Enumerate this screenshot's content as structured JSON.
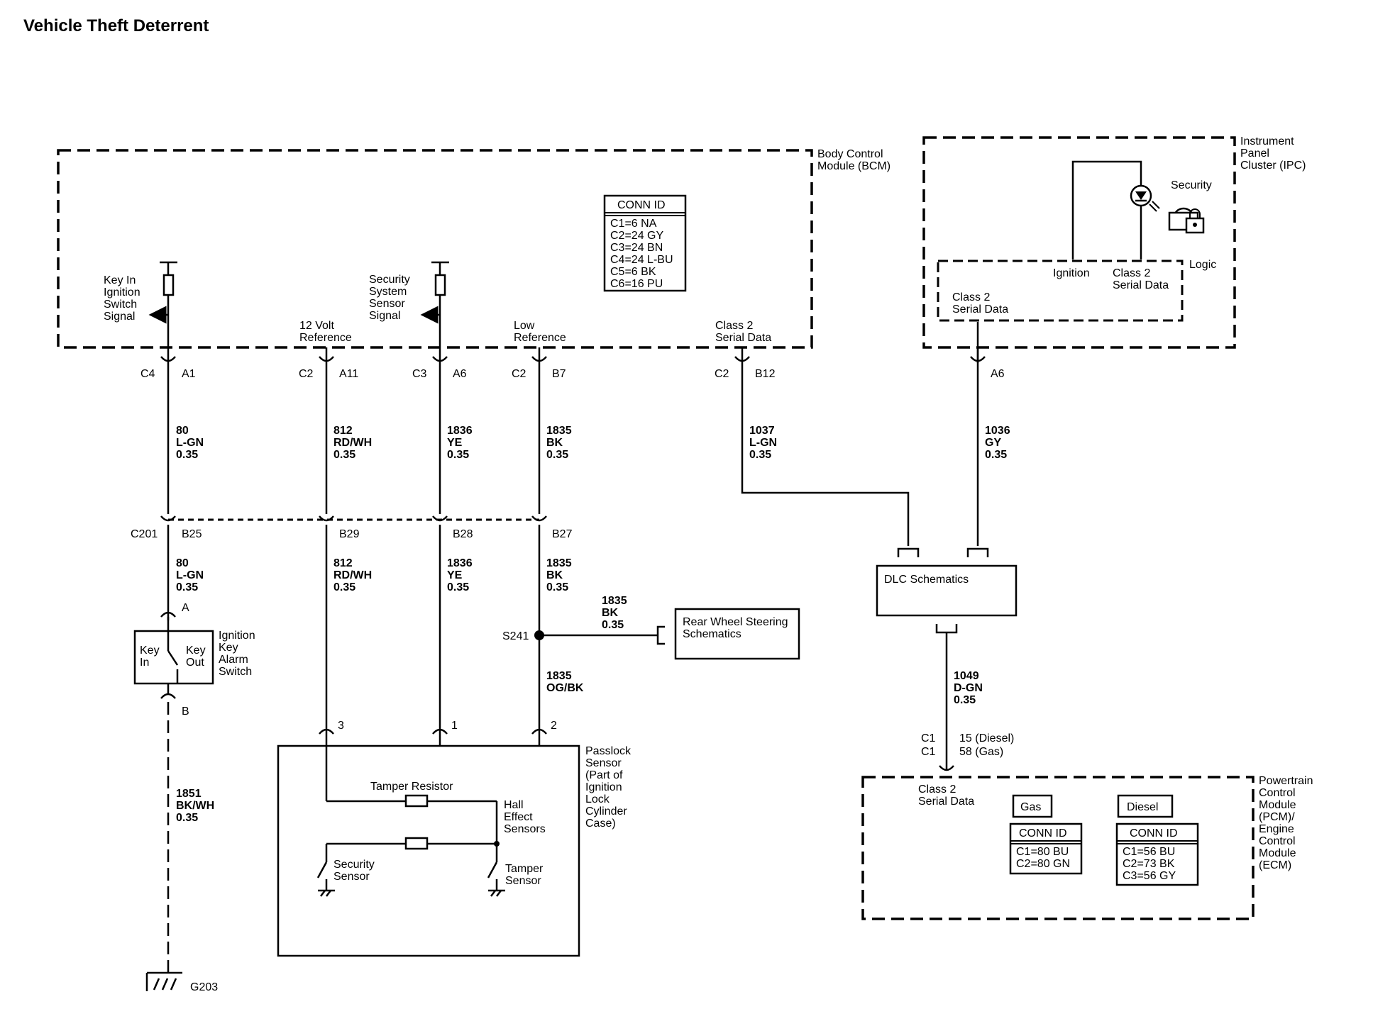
{
  "title": "Vehicle Theft Deterrent",
  "modules": {
    "bcm": {
      "name": [
        "Body Control",
        "Module (BCM)"
      ]
    },
    "ipc": {
      "name": [
        "Instrument",
        "Panel",
        "Cluster (IPC)"
      ],
      "security": "Security",
      "logic": "Logic",
      "ignition": "Ignition",
      "class2_in": [
        "Class 2",
        "Serial Data"
      ],
      "class2_out": [
        "Class 2",
        "Serial Data"
      ]
    },
    "pcm": {
      "name": [
        "Powertrain",
        "Control",
        "Module",
        "(PCM)/",
        "Engine",
        "Control",
        "Module",
        "(ECM)"
      ],
      "class2": [
        "Class 2",
        "Serial Data"
      ],
      "gas": "Gas",
      "diesel": "Diesel"
    },
    "passlock": {
      "name": [
        "Passlock",
        "Sensor",
        "(Part of",
        "Ignition",
        "Lock",
        "Cylinder",
        "Case)"
      ],
      "tamper_resistor": "Tamper Resistor",
      "hall": [
        "Hall",
        "Effect",
        "Sensors"
      ],
      "security_sensor": [
        "Security",
        "Sensor"
      ],
      "tamper_sensor": [
        "Tamper",
        "Sensor"
      ]
    },
    "ignition_switch": {
      "name": [
        "Ignition",
        "Key",
        "Alarm",
        "Switch"
      ],
      "key_in": [
        "Key",
        "In"
      ],
      "key_out": [
        "Key",
        "Out"
      ]
    },
    "dlc": {
      "name": "DLC Schematics"
    },
    "rws": {
      "name": [
        "Rear Wheel Steering",
        "Schematics"
      ]
    }
  },
  "conn_tables": {
    "bcm": {
      "header": "CONN ID",
      "rows": [
        "C1=6 NA",
        "C2=24 GY",
        "C3=24 BN",
        "C4=24 L-BU",
        "C5=6 BK",
        "C6=16 PU"
      ]
    },
    "gas": {
      "header": "CONN ID",
      "rows": [
        "C1=80 BU",
        "C2=80 GN"
      ]
    },
    "diesel": {
      "header": "CONN ID",
      "rows": [
        "C1=56 BU",
        "C2=73 BK",
        "C3=56 GY"
      ]
    }
  },
  "signals": {
    "key_in": [
      "Key In",
      "Ignition",
      "Switch",
      "Signal"
    ],
    "twelve_v": [
      "12 Volt",
      "Reference"
    ],
    "security": [
      "Security",
      "System",
      "Sensor",
      "Signal"
    ],
    "low_ref": [
      "Low",
      "Reference"
    ],
    "class2": [
      "Class 2",
      "Serial Data"
    ]
  },
  "pins": {
    "p1": [
      "C4",
      "A1"
    ],
    "p2": [
      "C2",
      "A11"
    ],
    "p3": [
      "C3",
      "A6"
    ],
    "p4": [
      "C2",
      "B7"
    ],
    "p5": [
      "C2",
      "B12"
    ],
    "p6": "A6",
    "c201": "C201",
    "b25": "B25",
    "b29": "B29",
    "b28": "B28",
    "b27": "B27",
    "sw_a": "A",
    "sw_b": "B",
    "ps3": "3",
    "ps1": "1",
    "ps2": "2",
    "s241": "S241",
    "g203": "G203",
    "pcm_conn": [
      "C1",
      "C1"
    ],
    "pcm_pins": [
      "15 (Diesel)",
      "58 (Gas)"
    ]
  },
  "wires": {
    "w80a": [
      "80",
      "L-GN",
      "0.35"
    ],
    "w812a": [
      "812",
      "RD/WH",
      "0.35"
    ],
    "w1836a": [
      "1836",
      "YE",
      "0.35"
    ],
    "w1835a": [
      "1835",
      "BK",
      "0.35"
    ],
    "w1037": [
      "1037",
      "L-GN",
      "0.35"
    ],
    "w1036": [
      "1036",
      "GY",
      "0.35"
    ],
    "w80b": [
      "80",
      "L-GN",
      "0.35"
    ],
    "w812b": [
      "812",
      "RD/WH",
      "0.35"
    ],
    "w1836b": [
      "1836",
      "YE",
      "0.35"
    ],
    "w1835b": [
      "1835",
      "BK",
      "0.35"
    ],
    "w1835c": [
      "1835",
      "BK",
      "0.35"
    ],
    "w1835d": [
      "1835",
      "OG/BK"
    ],
    "w1851": [
      "1851",
      "BK/WH",
      "0.35"
    ],
    "w1049": [
      "1049",
      "D-GN",
      "0.35"
    ]
  }
}
